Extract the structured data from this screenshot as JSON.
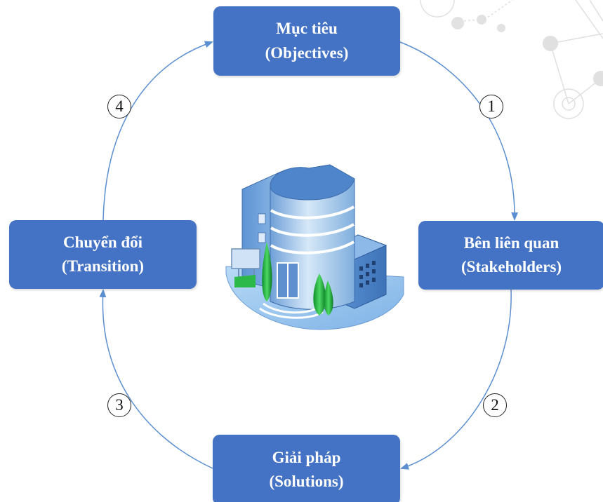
{
  "colors": {
    "node_fill": "#4472C4",
    "arrow": "#5B8FD0",
    "decoration": "#DCDCDC"
  },
  "nodes": {
    "objectives": {
      "title": "Mục tiêu",
      "subtitle": "(Objectives)"
    },
    "stakeholders": {
      "title": "Bên liên quan",
      "subtitle": "(Stakeholders)"
    },
    "solutions": {
      "title": "Giải pháp",
      "subtitle": "(Solutions)"
    },
    "transition": {
      "title": "Chuyển đổi",
      "subtitle": "(Transition)"
    }
  },
  "steps": [
    "1",
    "2",
    "3",
    "4"
  ],
  "center_icon": "office-building-icon",
  "decoration_icon": "network-nodes-icon"
}
